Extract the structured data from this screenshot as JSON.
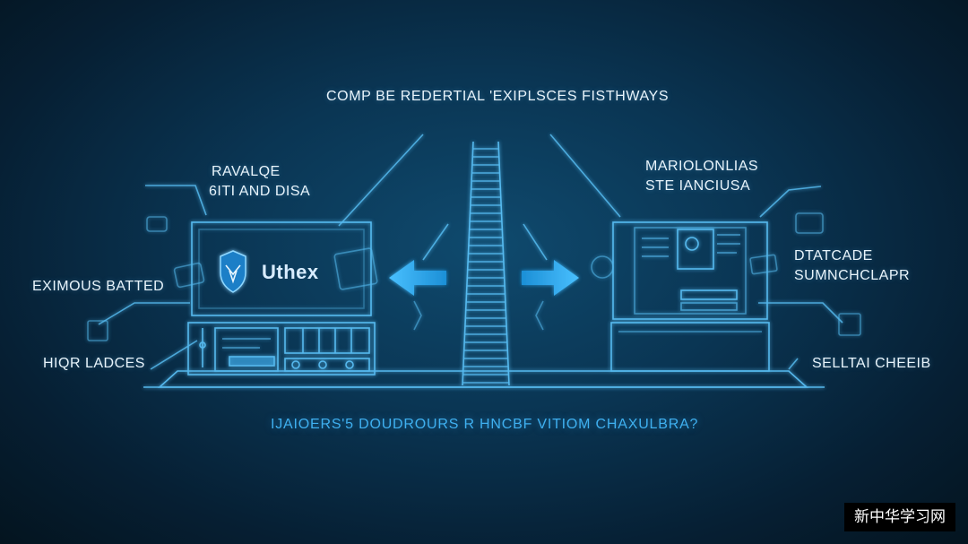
{
  "title": "COMP BE REDERTIAL 'EXIPLSCES FISTHWAYS",
  "left_panel": {
    "top_label_line1": "RAVALQE",
    "top_label_line2": "6ITI AND DISA",
    "mid_label": "EXIMOUS BATTED",
    "low_label": "HIQR LADCES",
    "logo_text": "Uthex"
  },
  "right_panel": {
    "top_label_line1": "MARIOLONLIAS",
    "top_label_line2": "STE IANCIUSA",
    "mid_label_line1": "DTATCADE",
    "mid_label_line2": "SUMNCHCLAPR",
    "low_label": "SELLTAI CHEEIB"
  },
  "bottom_caption": "IJAIOERS'5 DOUDROURS R HNCBF VITIOM CHAXULBRA?",
  "watermark": "新中华学习网",
  "colors": {
    "accent": "#3fb0f0",
    "line": "#5ec8ff",
    "background": "#0a3553"
  }
}
